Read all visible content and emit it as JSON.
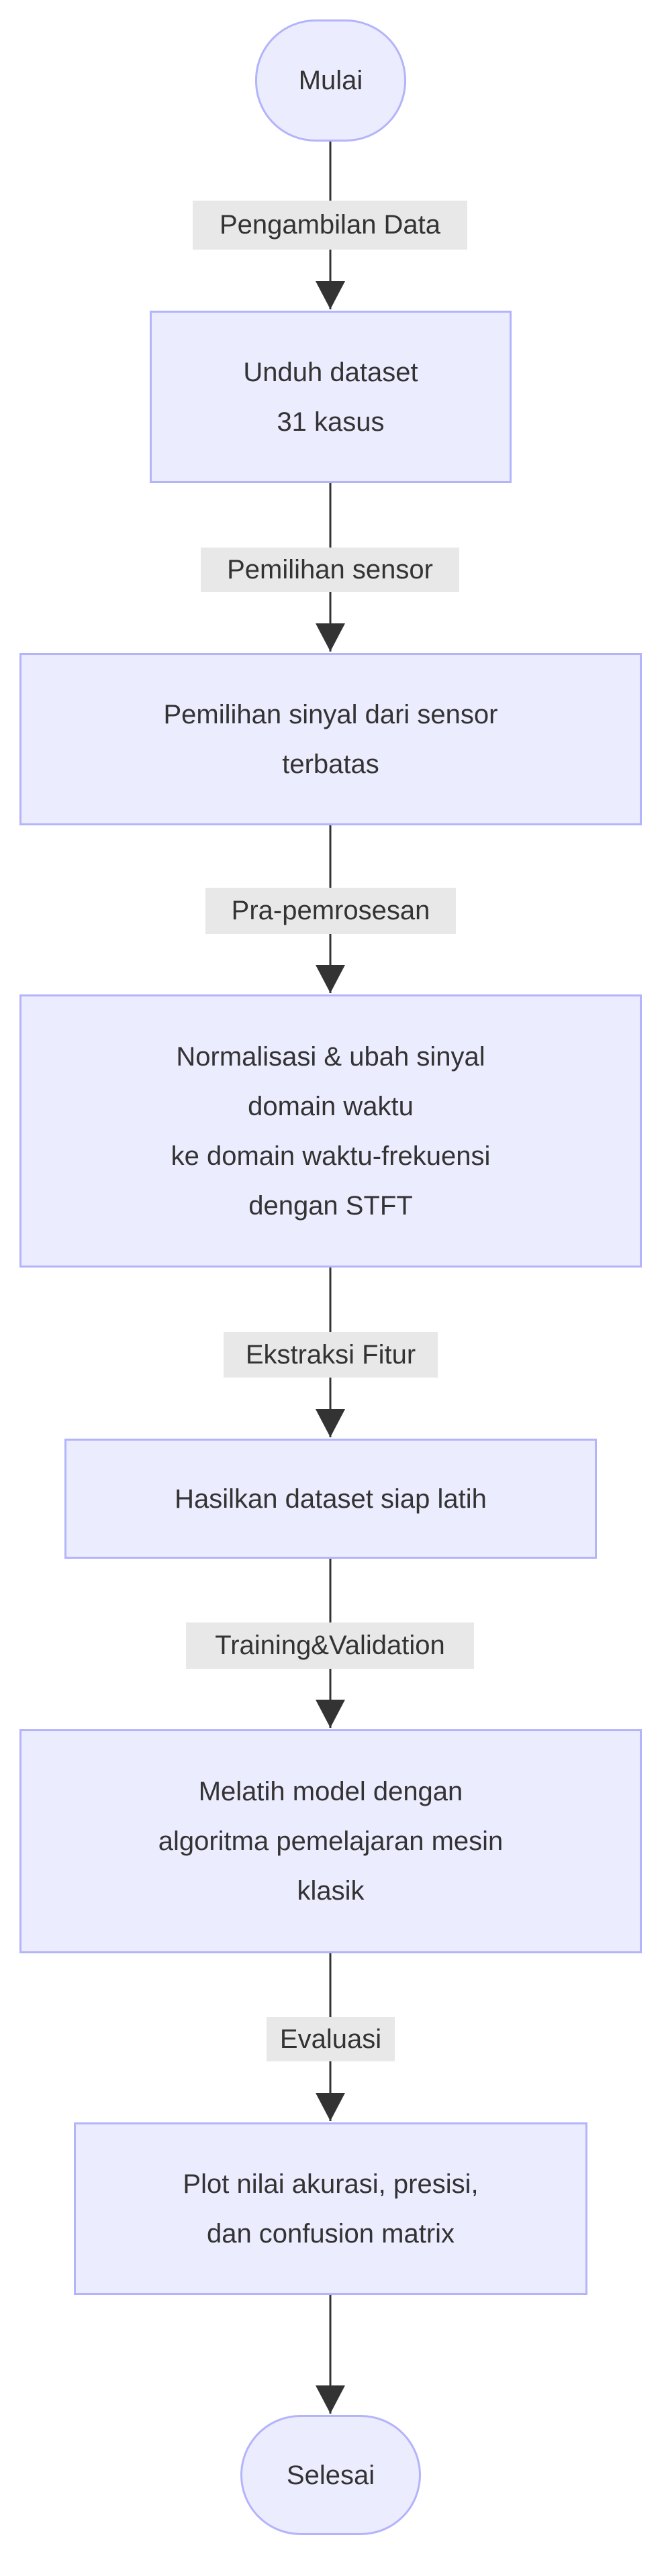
{
  "nodes": {
    "start": {
      "lines": [
        "Mulai"
      ]
    },
    "download": {
      "lines": [
        "Unduh dataset",
        "31 kasus"
      ]
    },
    "select": {
      "lines": [
        "Pemilihan sinyal dari sensor",
        "terbatas"
      ]
    },
    "normalize": {
      "lines": [
        "Normalisasi & ubah sinyal",
        "domain waktu",
        "ke domain waktu-frekuensi",
        "dengan STFT"
      ]
    },
    "dataset": {
      "lines": [
        "Hasilkan dataset siap latih"
      ]
    },
    "train": {
      "lines": [
        "Melatih model dengan",
        "algoritma pemelajaran mesin",
        "klasik"
      ]
    },
    "plot": {
      "lines": [
        "Plot nilai akurasi, presisi,",
        "dan confusion matrix"
      ]
    },
    "end": {
      "lines": [
        "Selesai"
      ]
    }
  },
  "edges": {
    "e1": "Pengambilan Data",
    "e2": "Pemilihan sensor",
    "e3": "Pra-pemrosesan",
    "e4": "Ekstraksi Fitur",
    "e5": "Training&Validation",
    "e6": "Evaluasi"
  },
  "colors": {
    "node_fill": "#ececff",
    "node_stroke": "#b4b4fb",
    "edge": "#333333",
    "label_bg": "#e8e8e8"
  }
}
